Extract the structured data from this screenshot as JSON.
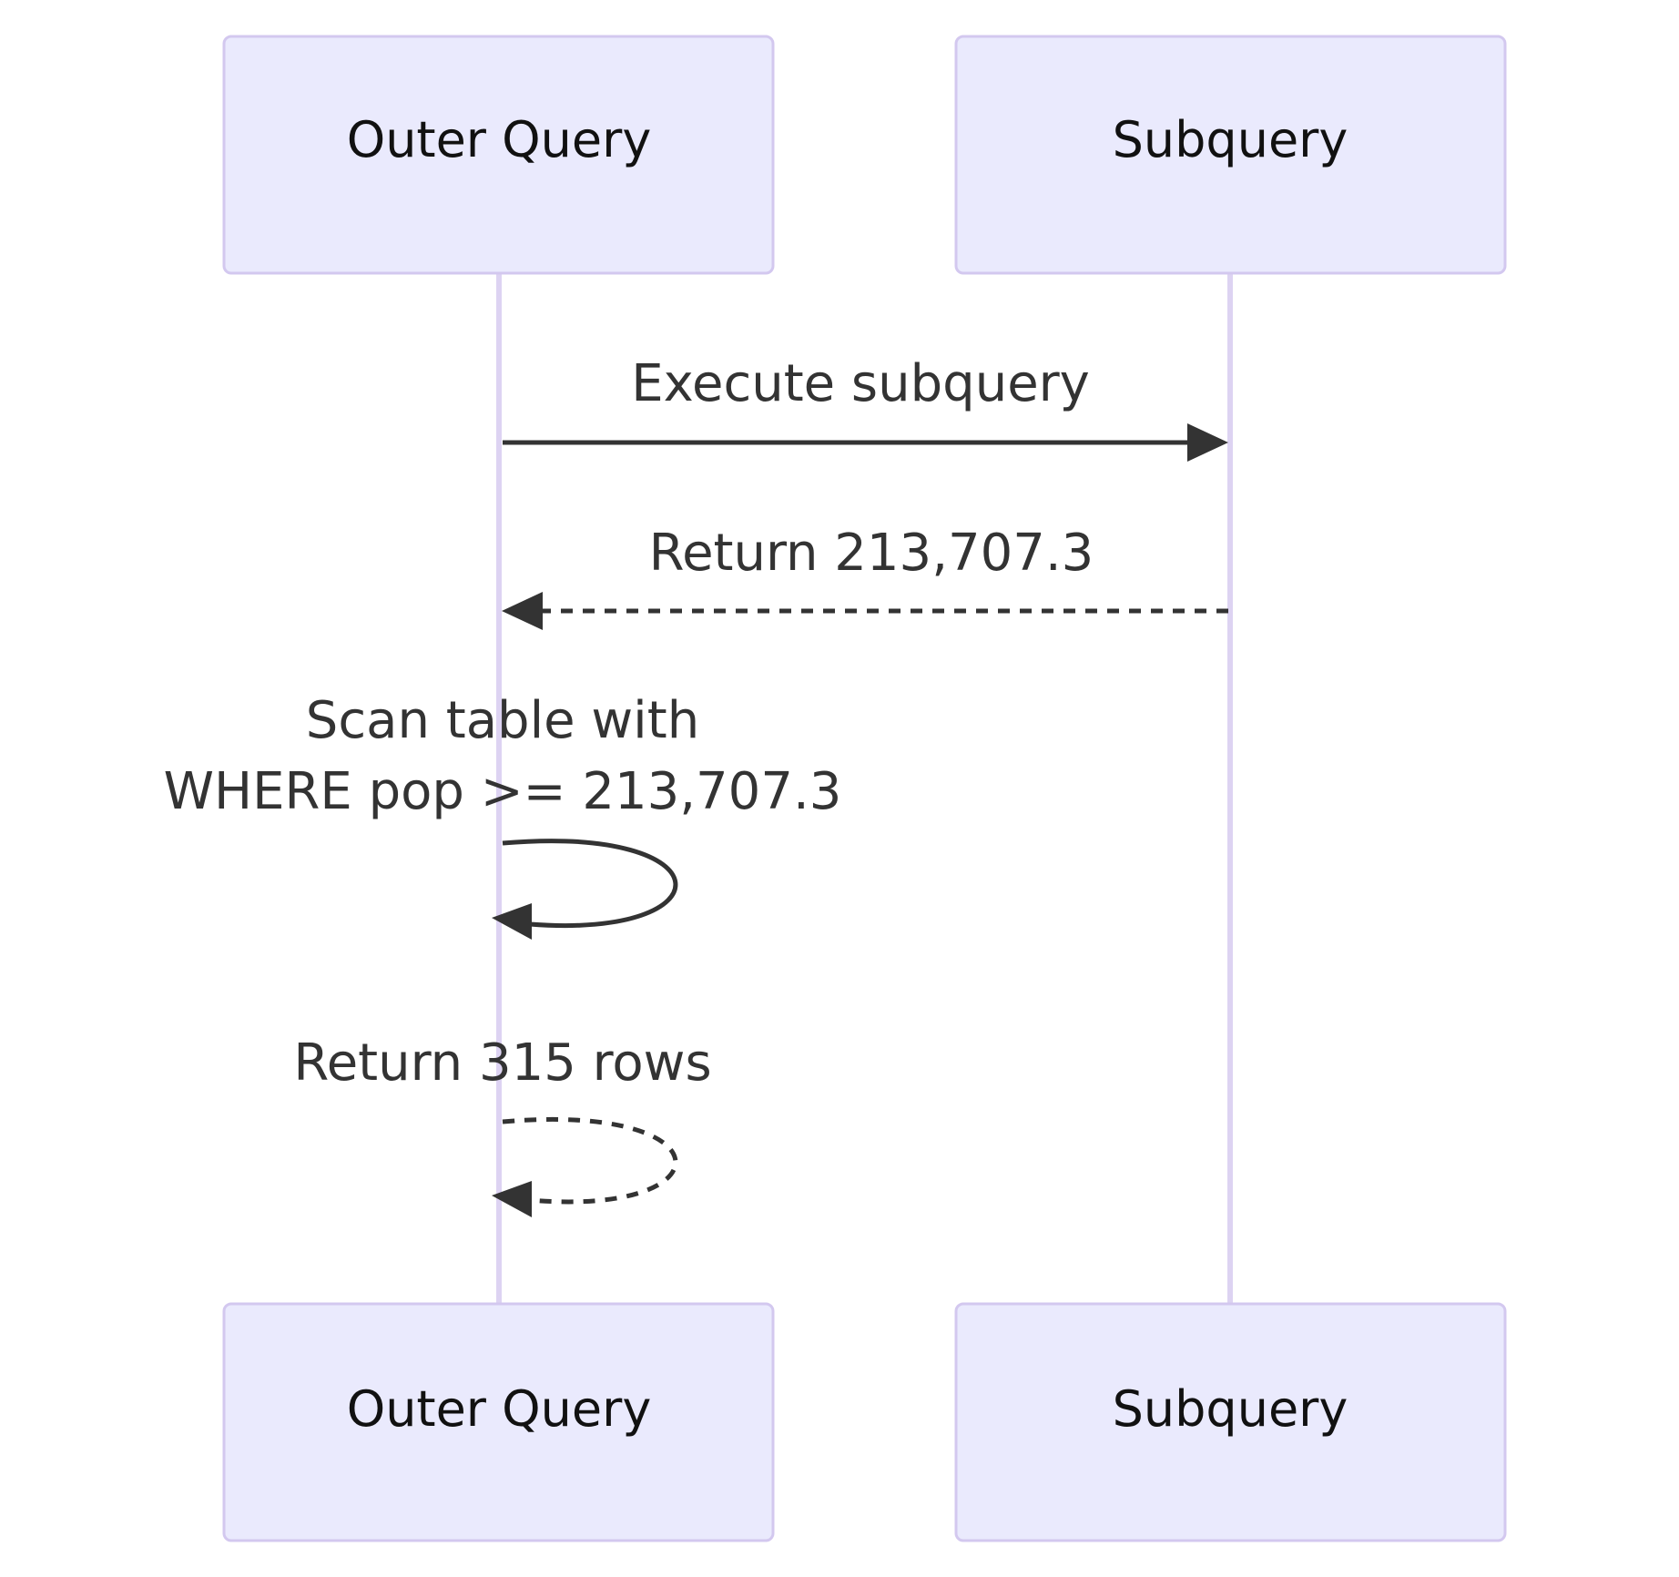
{
  "diagram": {
    "type": "sequence",
    "participants": [
      {
        "id": "outer",
        "label": "Outer Query"
      },
      {
        "id": "sub",
        "label": "Subquery"
      }
    ],
    "messages": [
      {
        "from": "outer",
        "to": "sub",
        "style": "solid",
        "lines": [
          "Execute subquery"
        ]
      },
      {
        "from": "sub",
        "to": "outer",
        "style": "dashed",
        "lines": [
          "Return 213,707.3"
        ]
      },
      {
        "from": "outer",
        "to": "outer",
        "style": "solid",
        "lines": [
          "Scan table with",
          "WHERE pop >= 213,707.3"
        ]
      },
      {
        "from": "outer",
        "to": "outer",
        "style": "dashed",
        "lines": [
          "Return 315 rows"
        ]
      }
    ],
    "colors": {
      "actor_fill": "#eaeafd",
      "actor_border": "#d3c8ef",
      "lifeline": "#ddd3f2",
      "message": "#333333"
    }
  }
}
